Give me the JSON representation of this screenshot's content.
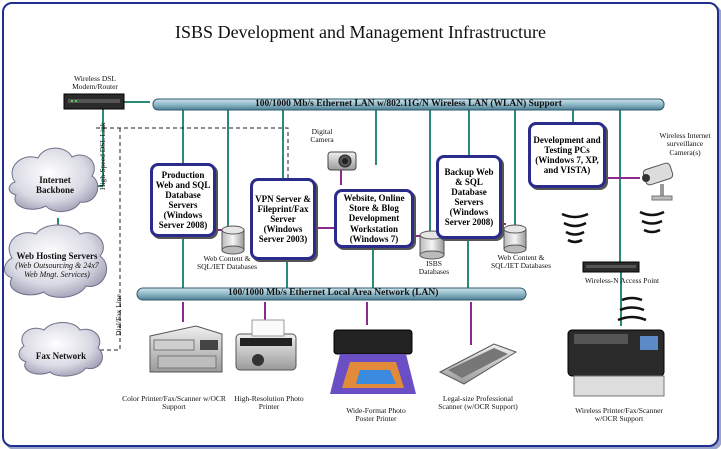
{
  "title": "ISBS Development and Management Infrastructure",
  "buses": {
    "wlan": "100/1000 Mb/s Ethernet LAN w/802.11G/N Wireless LAN (WLAN) Support",
    "lan": "100/1000 Mb/s Ethernet Local Area Network (LAN)"
  },
  "servers": {
    "production": "Production Web and SQL Database Servers (Windows Server 2008)",
    "vpn": "VPN Server & Fileprint/Fax Server (Windows Server 2003)",
    "website": "Website, Online Store & Blog Development Workstation (Windows 7)",
    "backup": "Backup Web & SQL Database Servers (Windows Server 2008)",
    "devtest": "Development and Testing PCs (Windows 7, XP, and VISTA)"
  },
  "databases": {
    "web_content_1": "Web Content & SQL/IET Databases",
    "isbs": "ISBS Databases",
    "web_content_2": "Web Content & SQL/IET Databases"
  },
  "clouds": {
    "internet": "Internet Backbone",
    "hosting_title": "Web Hosting Servers",
    "hosting_sub": "(Web Outsourcing & 24x7 Web Mngt. Services)",
    "fax": "Fax Network"
  },
  "labels": {
    "modem": "Wireless DSL Modem/Router",
    "dsl_link": "High-Speed DSL Link",
    "dial_fax": "Dial/Fax Line",
    "camera": "Digital Camera",
    "surveillance": "Wireless Internet surveillance Camera(s)",
    "access_point": "Wireless-N Access Point"
  },
  "devices": {
    "color_printer": "Color Printer/Fax/Scanner w/OCR Support",
    "photo_printer": "High-Resolution Photo Printer",
    "wide_printer": "Wide-Format Photo Poster Printer",
    "scanner": "Legal-size Professional Scanner (w/OCR Support)",
    "wireless_printer": "Wireless Printer/Fax/Scanner w/OCR Support"
  },
  "colors": {
    "frame": "#1f2f8f",
    "bus": "#3a6f86",
    "wire_teal": "#2a8a78",
    "wire_purple": "#8a2a8a",
    "box_border": "#2b2b8c"
  }
}
